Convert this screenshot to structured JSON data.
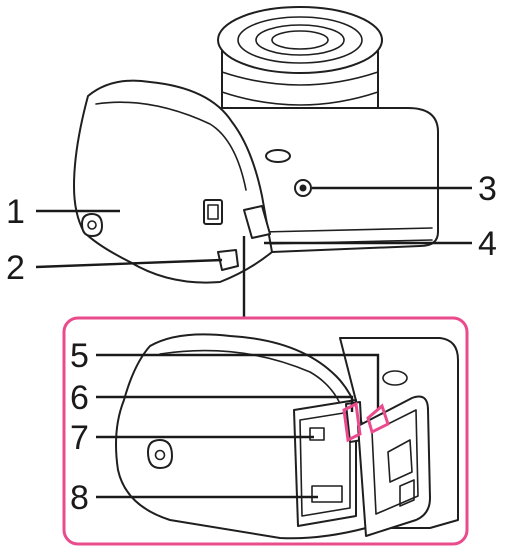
{
  "callouts": [
    {
      "id": "1",
      "label": "1"
    },
    {
      "id": "2",
      "label": "2"
    },
    {
      "id": "3",
      "label": "3"
    },
    {
      "id": "4",
      "label": "4"
    },
    {
      "id": "5",
      "label": "5"
    },
    {
      "id": "6",
      "label": "6"
    },
    {
      "id": "7",
      "label": "7"
    },
    {
      "id": "8",
      "label": "8"
    }
  ],
  "colors": {
    "highlight": "#e94b8d",
    "line": "#1a1a1a"
  }
}
